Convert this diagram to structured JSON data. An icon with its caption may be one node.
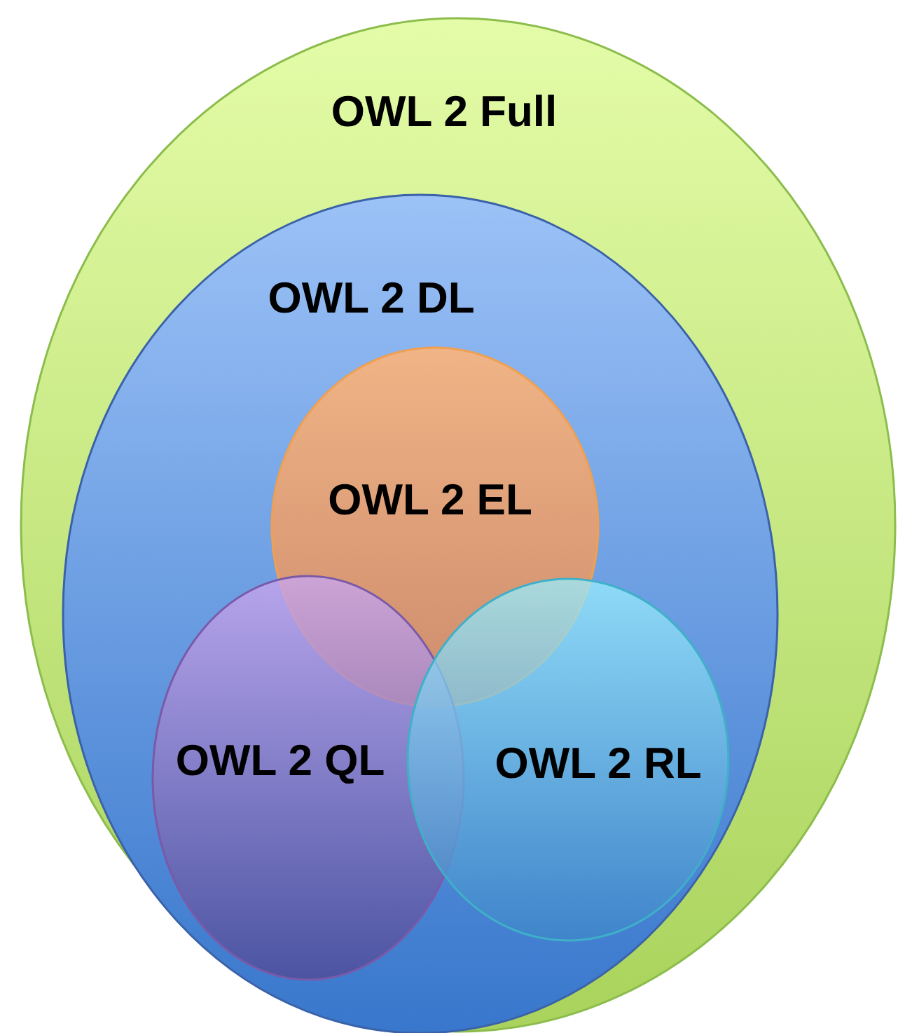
{
  "diagram": {
    "nodes": [
      {
        "text": [
          "OWL 2 Full"
        ]
      },
      {
        "text": [
          "OWL 2 DL"
        ],
        "in": 0
      },
      {
        "text": [
          "OWL 2 EL"
        ],
        "in": 1
      },
      {
        "text": [
          "OWL 2 QL"
        ],
        "in": 1
      },
      {
        "text": [
          "OWL 2 RL"
        ],
        "in": 1
      }
    ]
  }
}
